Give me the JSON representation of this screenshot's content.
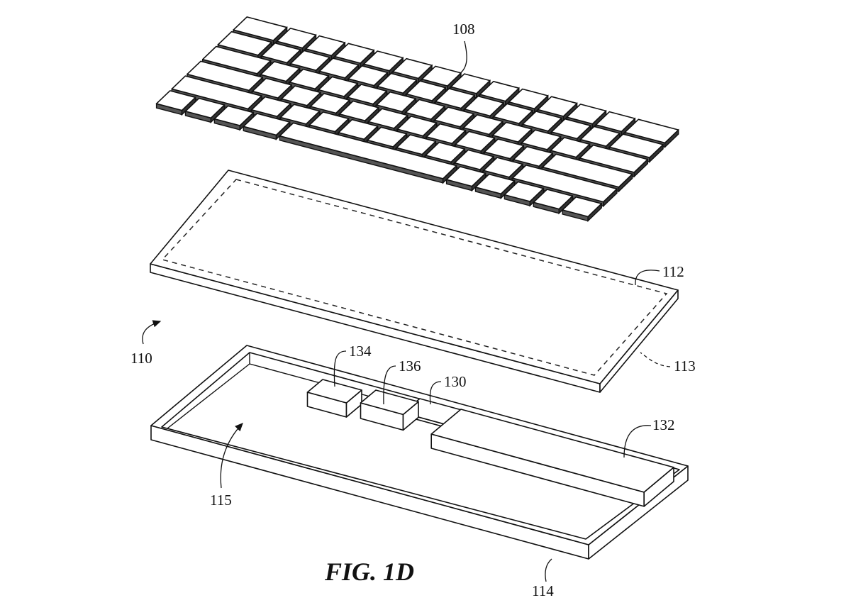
{
  "figure": {
    "title": "FIG. 1D",
    "labels": {
      "keyboard": "108",
      "assembly": "110",
      "top_panel": "112",
      "panel_boundary": "113",
      "base_housing": "114",
      "housing_cavity": "115",
      "circuit_board": "130",
      "battery": "132",
      "component_a": "134",
      "component_b": "136"
    }
  }
}
